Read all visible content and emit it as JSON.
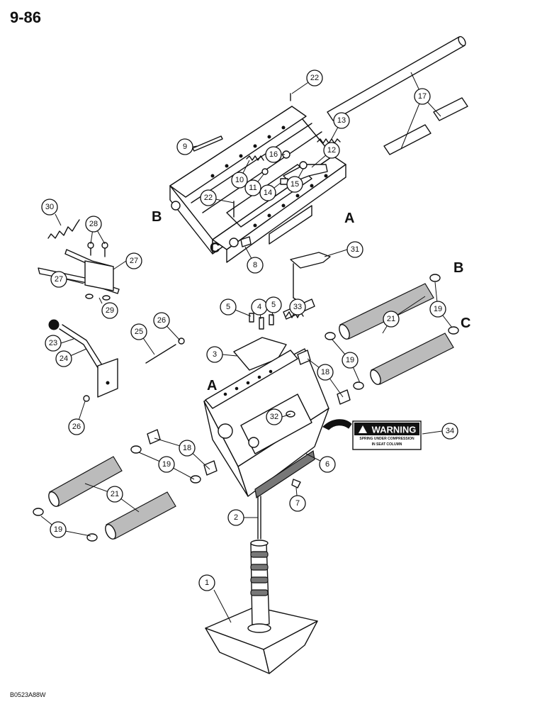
{
  "page": {
    "number": "9-86",
    "figure_code": "B0523A88W"
  },
  "warning_label": {
    "heading": "WARNING",
    "line1": "SPRING UNDER COMPRESSION",
    "line2": "IN SEAT COLUMN"
  },
  "section_letters": [
    "A",
    "B",
    "C"
  ],
  "callouts": [
    {
      "id": "c1",
      "label": "1"
    },
    {
      "id": "c2",
      "label": "2"
    },
    {
      "id": "c3",
      "label": "3"
    },
    {
      "id": "c4",
      "label": "4"
    },
    {
      "id": "c5a",
      "label": "5"
    },
    {
      "id": "c5b",
      "label": "5"
    },
    {
      "id": "c6",
      "label": "6"
    },
    {
      "id": "c7",
      "label": "7"
    },
    {
      "id": "c8",
      "label": "8"
    },
    {
      "id": "c9",
      "label": "9"
    },
    {
      "id": "c10",
      "label": "10"
    },
    {
      "id": "c11",
      "label": "11"
    },
    {
      "id": "c12",
      "label": "12"
    },
    {
      "id": "c13",
      "label": "13"
    },
    {
      "id": "c14",
      "label": "14"
    },
    {
      "id": "c15",
      "label": "15"
    },
    {
      "id": "c16",
      "label": "16"
    },
    {
      "id": "c17",
      "label": "17"
    },
    {
      "id": "c18a",
      "label": "18"
    },
    {
      "id": "c18b",
      "label": "18"
    },
    {
      "id": "c19a",
      "label": "19"
    },
    {
      "id": "c19b",
      "label": "19"
    },
    {
      "id": "c19c",
      "label": "19"
    },
    {
      "id": "c19d",
      "label": "19"
    },
    {
      "id": "c21a",
      "label": "21"
    },
    {
      "id": "c21b",
      "label": "21"
    },
    {
      "id": "c22a",
      "label": "22"
    },
    {
      "id": "c22b",
      "label": "22"
    },
    {
      "id": "c23",
      "label": "23"
    },
    {
      "id": "c24",
      "label": "24"
    },
    {
      "id": "c25",
      "label": "25"
    },
    {
      "id": "c26a",
      "label": "26"
    },
    {
      "id": "c26b",
      "label": "26"
    },
    {
      "id": "c27a",
      "label": "27"
    },
    {
      "id": "c27b",
      "label": "27"
    },
    {
      "id": "c28",
      "label": "28"
    },
    {
      "id": "c29",
      "label": "29"
    },
    {
      "id": "c30",
      "label": "30"
    },
    {
      "id": "c31",
      "label": "31"
    },
    {
      "id": "c32",
      "label": "32"
    },
    {
      "id": "c33",
      "label": "33"
    },
    {
      "id": "c34",
      "label": "34"
    }
  ]
}
